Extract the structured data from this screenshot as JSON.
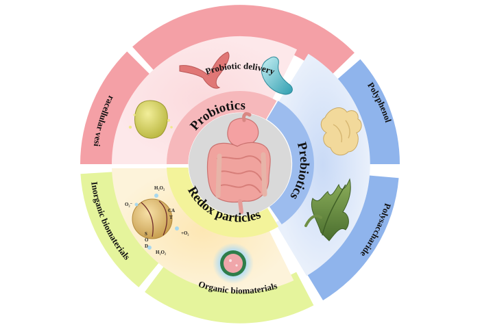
{
  "outer_ring": {
    "probiotic_delivery": "Probiotic delivery",
    "extracellular_vesicles": "Extracellular vesicles",
    "polyphenol": "Polyphenol",
    "polysaccharide": "Polysaccharide",
    "organic_biomaterials": "Organic biomaterials",
    "inorganic_biomaterials": "Inorganic biomaterials"
  },
  "inner_ring": {
    "probiotics": "Probiotics",
    "prebiotics": "Prebiotics",
    "redox_particles": "Redox particles"
  },
  "chemistry": {
    "h2o2_top": "H₂O₂",
    "o2_minus": "O₂⁻",
    "cat_1": "CA",
    "cat_2": "T",
    "plus_o2": "+O₂",
    "sod_s": "S",
    "sod_o": "O",
    "sod_d": "D",
    "h2o2_bottom": "H₂O₂"
  },
  "colors": {
    "probiotics_outer": "#f4a0a6",
    "probiotics_inner": "#f6b8bb",
    "prebiotics_outer": "#8fb4ec",
    "prebiotics_inner": "#9cbcee",
    "redox_outer": "#e5f49c",
    "redox_inner": "#f3f39a",
    "center": "#d9d9d9"
  }
}
